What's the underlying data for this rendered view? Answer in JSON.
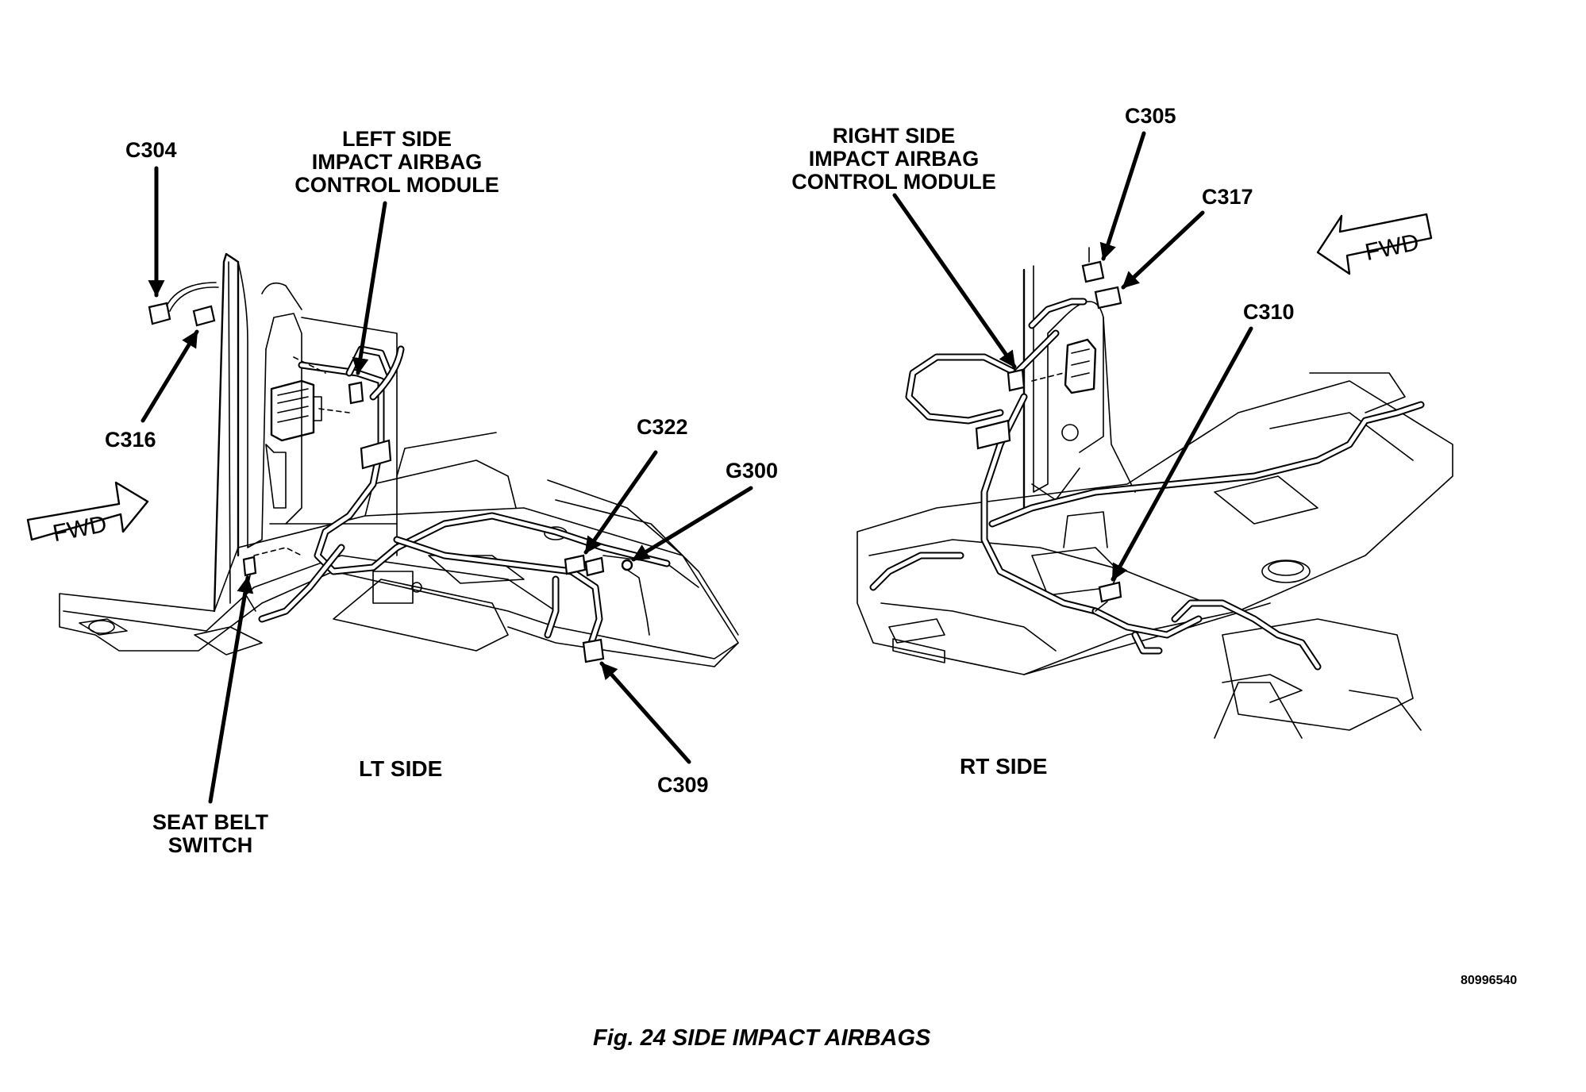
{
  "figure": {
    "caption": "Fig. 24 SIDE IMPACT AIRBAGS",
    "image_code": "80996540"
  },
  "left_view": {
    "side_label": "LT SIDE",
    "fwd_arrow_label": "FWD",
    "callouts": {
      "c304": "C304",
      "module_line1": "LEFT SIDE",
      "module_line2": "IMPACT AIRBAG",
      "module_line3": "CONTROL MODULE",
      "c316": "C316",
      "c322": "C322",
      "g300": "G300",
      "c309": "C309",
      "seat_belt_line1": "SEAT BELT",
      "seat_belt_line2": "SWITCH"
    }
  },
  "right_view": {
    "side_label": "RT SIDE",
    "fwd_arrow_label": "FWD",
    "callouts": {
      "module_line1": "RIGHT SIDE",
      "module_line2": "IMPACT AIRBAG",
      "module_line3": "CONTROL MODULE",
      "c305": "C305",
      "c317": "C317",
      "c310": "C310"
    }
  }
}
